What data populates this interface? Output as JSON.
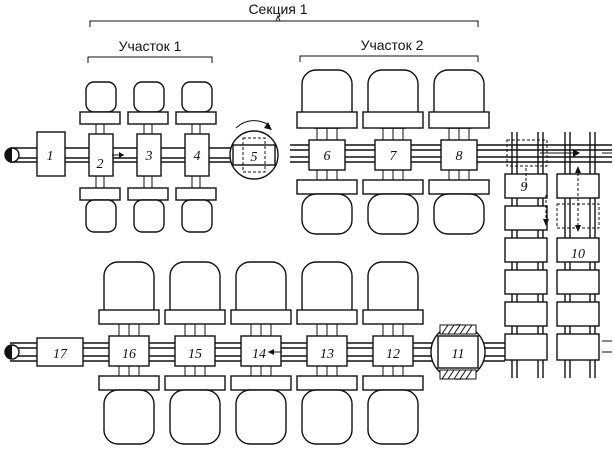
{
  "headings": {
    "section": "Секция 1",
    "area1": "Участок 1",
    "area2": "Участок 2"
  },
  "stations": [
    "1",
    "2",
    "3",
    "4",
    "5",
    "6",
    "7",
    "8",
    "9",
    "10",
    "11",
    "12",
    "13",
    "14",
    "15",
    "16",
    "17"
  ]
}
